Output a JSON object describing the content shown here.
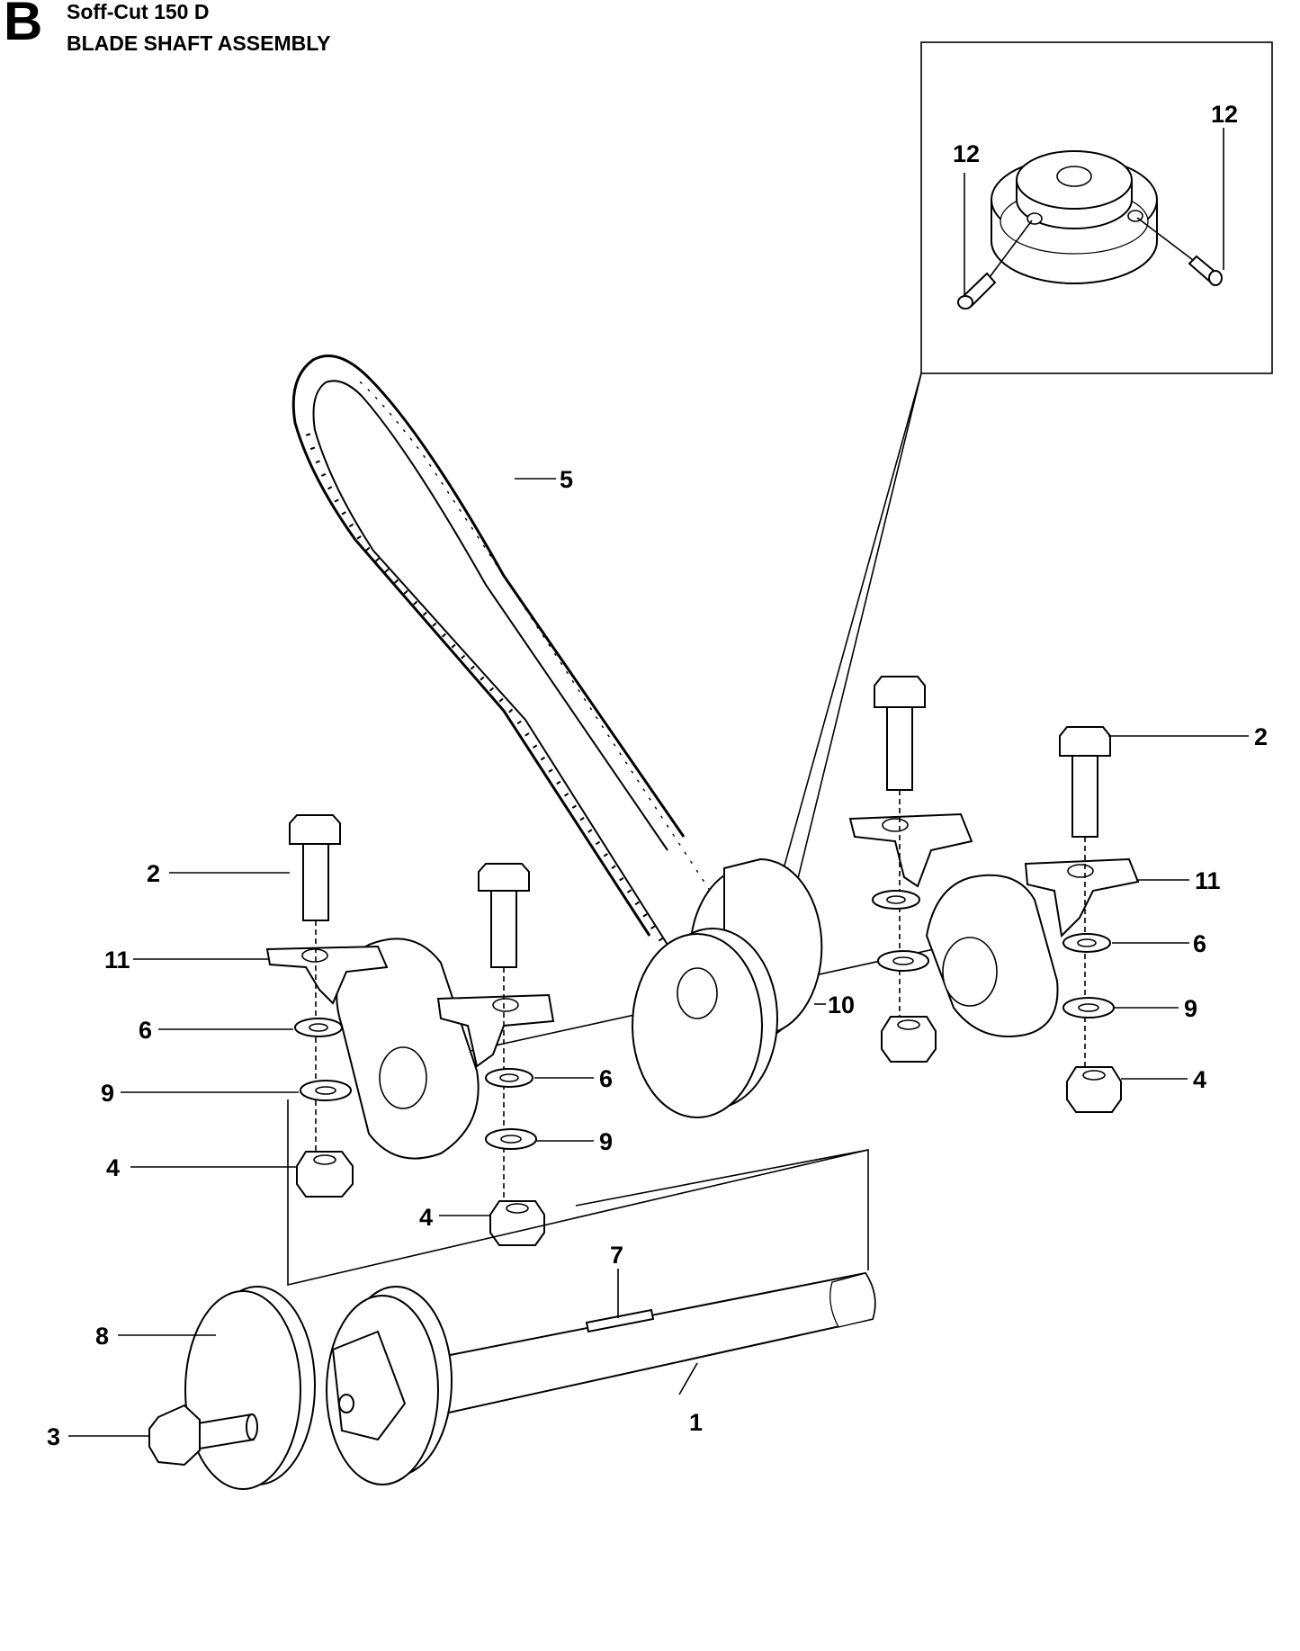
{
  "header": {
    "section_letter": "B",
    "model": "Soff-Cut 150 D",
    "assembly": "BLADE SHAFT ASSEMBLY"
  },
  "callouts": {
    "c1": "1",
    "c2a": "2",
    "c2b": "2",
    "c3": "3",
    "c4a": "4",
    "c4b": "4",
    "c4c": "4",
    "c5": "5",
    "c6a": "6",
    "c6b": "6",
    "c6c": "6",
    "c7": "7",
    "c8": "8",
    "c9a": "9",
    "c9b": "9",
    "c9c": "9",
    "c10": "10",
    "c11a": "11",
    "c11b": "11",
    "c12a": "12",
    "c12b": "12"
  }
}
